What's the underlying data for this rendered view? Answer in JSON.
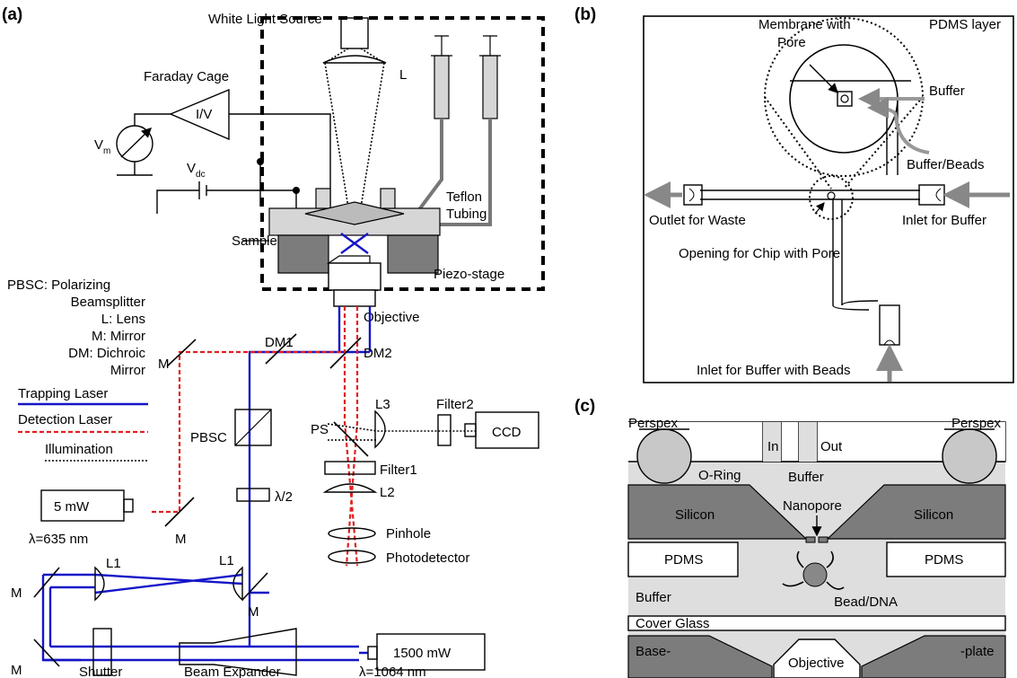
{
  "panel_a": {
    "tag": "(a)",
    "white_light_source": "White Light Source",
    "lens_L": "L",
    "faraday_cage": "Faraday Cage",
    "iv": "I/V",
    "vm": "V",
    "vm_sub": "m",
    "vdc": "V",
    "vdc_sub": "dc",
    "teflon_1": "Teflon",
    "teflon_2": "Tubing",
    "sample": "Sample",
    "piezo": "Piezo-stage",
    "legend_1": "PBSC: Polarizing",
    "legend_2": "Beamsplitter",
    "legend_3": "L: Lens",
    "legend_4": "M: Mirror",
    "legend_5": "DM: Dichroic",
    "legend_6": "Mirror",
    "objective": "Objective",
    "dm1": "DM1",
    "dm2": "DM2",
    "m_upper": "M",
    "trapping_laser": "Trapping Laser",
    "detection_laser": "Detection Laser",
    "illumination": "Illumination",
    "pbsc": "PBSC",
    "ps": "PS",
    "l3": "L3",
    "filter2": "Filter2",
    "ccd": "CCD",
    "filter1": "Filter1",
    "l2": "L2",
    "half_wave": "λ/2",
    "laser_5mw": "5 mW",
    "m_5mw": "M",
    "lambda_635": "λ=635 nm",
    "pinhole": "Pinhole",
    "photodetector": "Photodetector",
    "l1_left": "L1",
    "l1_right": "L1",
    "m_left_top": "M",
    "m_right": "M",
    "m_left_bottom": "M",
    "shutter": "Shutter",
    "beam_expander": "Beam Expander",
    "laser_1500mw": "1500 mW",
    "lambda_1064": "λ=1064 nm"
  },
  "panel_b": {
    "tag": "(b)",
    "membrane_1": "Membrane with",
    "membrane_2": "Pore",
    "pdms_layer": "PDMS layer",
    "buffer": "Buffer",
    "buffer_beads": "Buffer/Beads",
    "outlet_waste": "Outlet for Waste",
    "inlet_buffer": "Inlet for Buffer",
    "opening_chip": "Opening for Chip with Pore",
    "inlet_beads": "Inlet for Buffer with Beads"
  },
  "panel_c": {
    "tag": "(c)",
    "perspex_left": "Perspex",
    "perspex_right": "Perspex",
    "in": "In",
    "out": "Out",
    "oring": "O-Ring",
    "buffer_top": "Buffer",
    "silicon_left": "Silicon",
    "silicon_right": "Silicon",
    "nanopore": "Nanopore",
    "pdms_left": "PDMS",
    "pdms_right": "PDMS",
    "buffer_bottom": "Buffer",
    "bead_dna": "Bead/DNA",
    "cover_glass": "Cover Glass",
    "base": "Base-",
    "plate": "-plate",
    "objective": "Objective"
  }
}
